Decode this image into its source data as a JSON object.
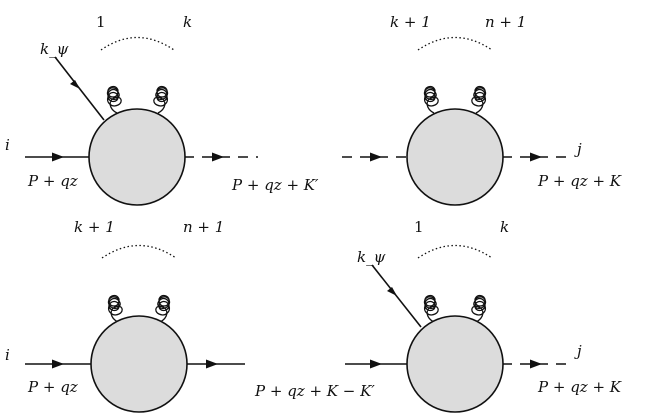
{
  "diagrams": [
    {
      "id": "top-left",
      "gluon_left_label": "1",
      "gluon_right_label": "k",
      "spectator_label": "k_ψ",
      "in_index": "i",
      "in_momentum": "P + qz",
      "out_index": "",
      "out_momentum": ""
    },
    {
      "id": "top-right",
      "gluon_left_label": "k + 1",
      "gluon_right_label": "n + 1",
      "spectator_label": "",
      "in_index": "",
      "in_momentum": "P + qz + K′",
      "out_index": "j",
      "out_momentum": "P + qz + K"
    },
    {
      "id": "bottom-left",
      "gluon_left_label": "k + 1",
      "gluon_right_label": "n + 1",
      "spectator_label": "",
      "in_index": "i",
      "in_momentum": "P + qz",
      "out_index": "",
      "out_momentum": ""
    },
    {
      "id": "bottom-right",
      "gluon_left_label": "1",
      "gluon_right_label": "k",
      "spectator_label": "k_ψ",
      "in_index": "",
      "in_momentum": "P + qz + K − K′",
      "out_index": "j",
      "out_momentum": "P + qz + K"
    }
  ]
}
